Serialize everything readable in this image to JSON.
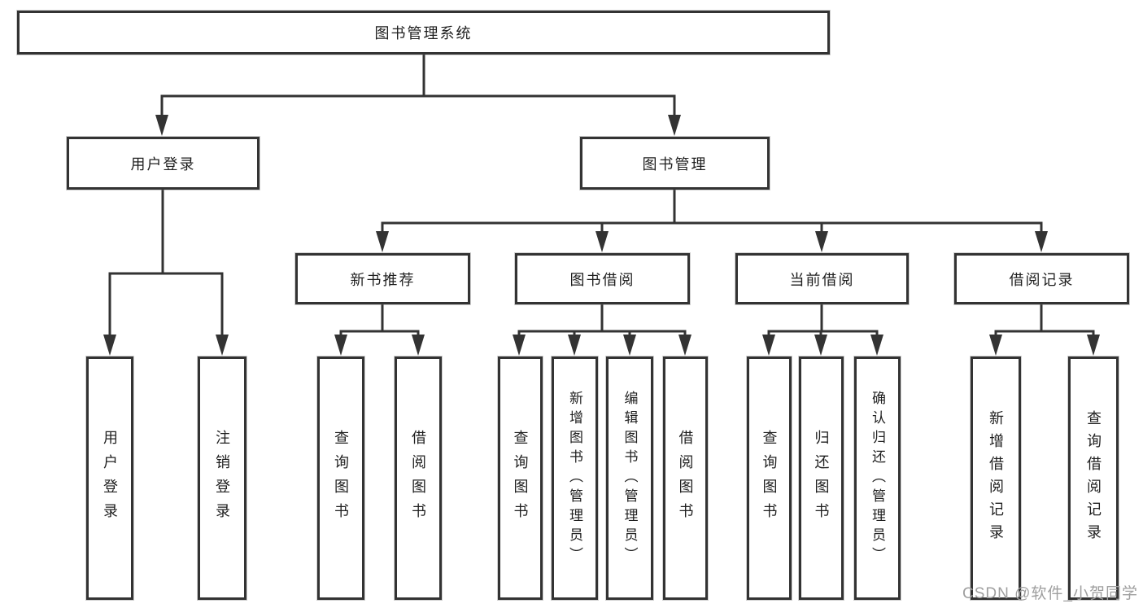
{
  "diagram": {
    "title": "图书管理系统",
    "watermark": "CSDN @软件_小贺同学",
    "colors": {
      "line": "#333333",
      "box_border": "#333333",
      "box_fill": "#ffffff",
      "text": "#1f1f1f",
      "watermark": "#9f9f9f",
      "background": "#ffffff"
    },
    "nodes": {
      "root": "图书管理系统",
      "userLogin": "用户登录",
      "bookManage": "图书管理",
      "newBook": "新书推荐",
      "bookBorrow": "图书借阅",
      "currentBorrow": "当前借阅",
      "borrowRecord": "借阅记录",
      "leafUserLogin": "用户登录",
      "leafLogout": "注销登录",
      "leafNbQuery": "查询图书",
      "leafNbBorrow": "借阅图书",
      "leafBbQuery": "查询图书",
      "leafBbAdd": "新增图书（管理员）",
      "leafBbEdit": "编辑图书（管理员）",
      "leafBbBorrow": "借阅图书",
      "leafCbQuery": "查询图书",
      "leafCbReturn": "归还图书",
      "leafCbConfirm": "确认归还（管理员）",
      "leafBrAdd": "新增借阅记录",
      "leafBrQuery": "查询借阅记录"
    }
  }
}
